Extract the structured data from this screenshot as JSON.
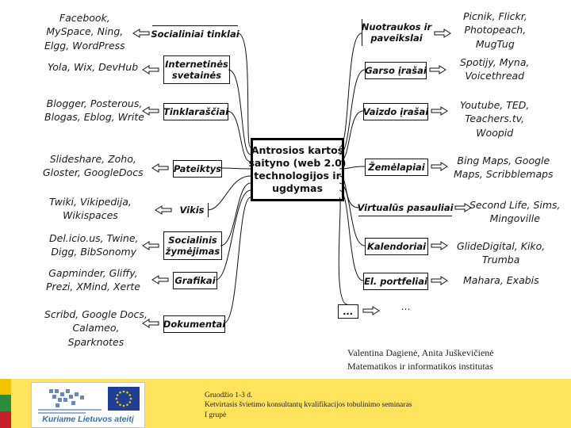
{
  "center": {
    "text": "Antrosios kartos\nsaityno (web 2.0)\ntechnologijos ir\nugdymas"
  },
  "left": [
    {
      "category": "Socialiniai tinklai",
      "examples": "Facebook,\nMySpace, Ning,\nElgg, WordPress"
    },
    {
      "category": "Internetinės\nsvetainės",
      "examples": "Yola, Wix, DevHub"
    },
    {
      "category": "Tinklaraščiai",
      "examples": "Blogger, Posterous,\nBlogas, Eblog, Write"
    },
    {
      "category": "Pateiktys",
      "examples": "Slideshare, Zoho,\nGloster, GoogleDocs"
    },
    {
      "category": "Vikis",
      "examples": "Twiki, Vikipedija,\nWikispaces"
    },
    {
      "category": "Socialinis\nžymėjimas",
      "examples": "Del.icio.us, Twine,\nDigg, BibSonomy"
    },
    {
      "category": "Grafikai",
      "examples": "Gapminder, Gliffy,\nPrezi, XMind, Xerte"
    },
    {
      "category": "Dokumentai",
      "examples": "Scribd, Google Docs,\nCalameo,\nSparknotes"
    }
  ],
  "right": [
    {
      "category": "Nuotraukos ir\npaveikslai",
      "examples": "Picnik, Flickr,\nPhotopeach,\nMugTug"
    },
    {
      "category": "Garso įrašai",
      "examples": "Spotijy, Myna,\nVoicethread"
    },
    {
      "category": "Vaizdo įrašai",
      "examples": "Youtube, TED,\nTeachers.tv,\nWoopid"
    },
    {
      "category": "Žemėlapiai",
      "examples": "Bing Maps, Google\nMaps, Scribblemaps"
    },
    {
      "category": "Virtualūs pasauliai",
      "examples": "Second Life, Sims,\nMingoville"
    },
    {
      "category": "Kalendoriai",
      "examples": "GlideDigital, Kiko,\nTrumba"
    },
    {
      "category": "El. portfeliai",
      "examples": "Mahara, Exabis"
    },
    {
      "category": "...",
      "examples": "..."
    }
  ],
  "authors": "Valentina Dagienė, Anita Juškevičienė\nMatematikos ir informatikos institutas",
  "footer": "Gruodžio 1-3 d.\nKetvirtasis švietimo konsultantų kvalifikacijos tobulinimo seminaras\nI grupė",
  "logo_caption": "Kuriame Lietuvos ateitį",
  "colors": {
    "footer_bar": "#ffe35c",
    "flag_yellow": "#f5c400",
    "flag_green": "#2e8b3a",
    "flag_red": "#c8202a",
    "eu_blue": "#1f3f94"
  }
}
